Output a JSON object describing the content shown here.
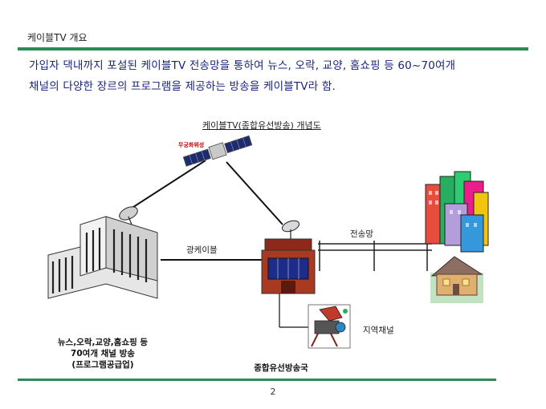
{
  "header": {
    "title": "케이블TV 개요"
  },
  "intro": {
    "line1": "가입자 댁내까지 포설된 케이블TV 전송망을 통하여 뉴스, 오락, 교양, 홈쇼핑 등 60~70여개",
    "line2": "채널의 다양한 장르의 프로그램을 제공하는 방송을 케이블TV라 함."
  },
  "diagram": {
    "title": "케이블TV(종합유선방송) 개념도",
    "satellite_label": "무궁화위성",
    "fiber_label": "광케이블",
    "transmission_label": "전송망",
    "local_channel_label": "지역채널",
    "provider_label": {
      "line1": "뉴스,오락,교양,홈쇼핑 등",
      "line2": "70여개 채널 방송",
      "line3": "(프로그램공급업)"
    },
    "station_label": "종합유선방송국"
  },
  "colors": {
    "accent": "#2e8b57",
    "intro_text": "#1a237e"
  },
  "footer": {
    "page_number": "2"
  }
}
